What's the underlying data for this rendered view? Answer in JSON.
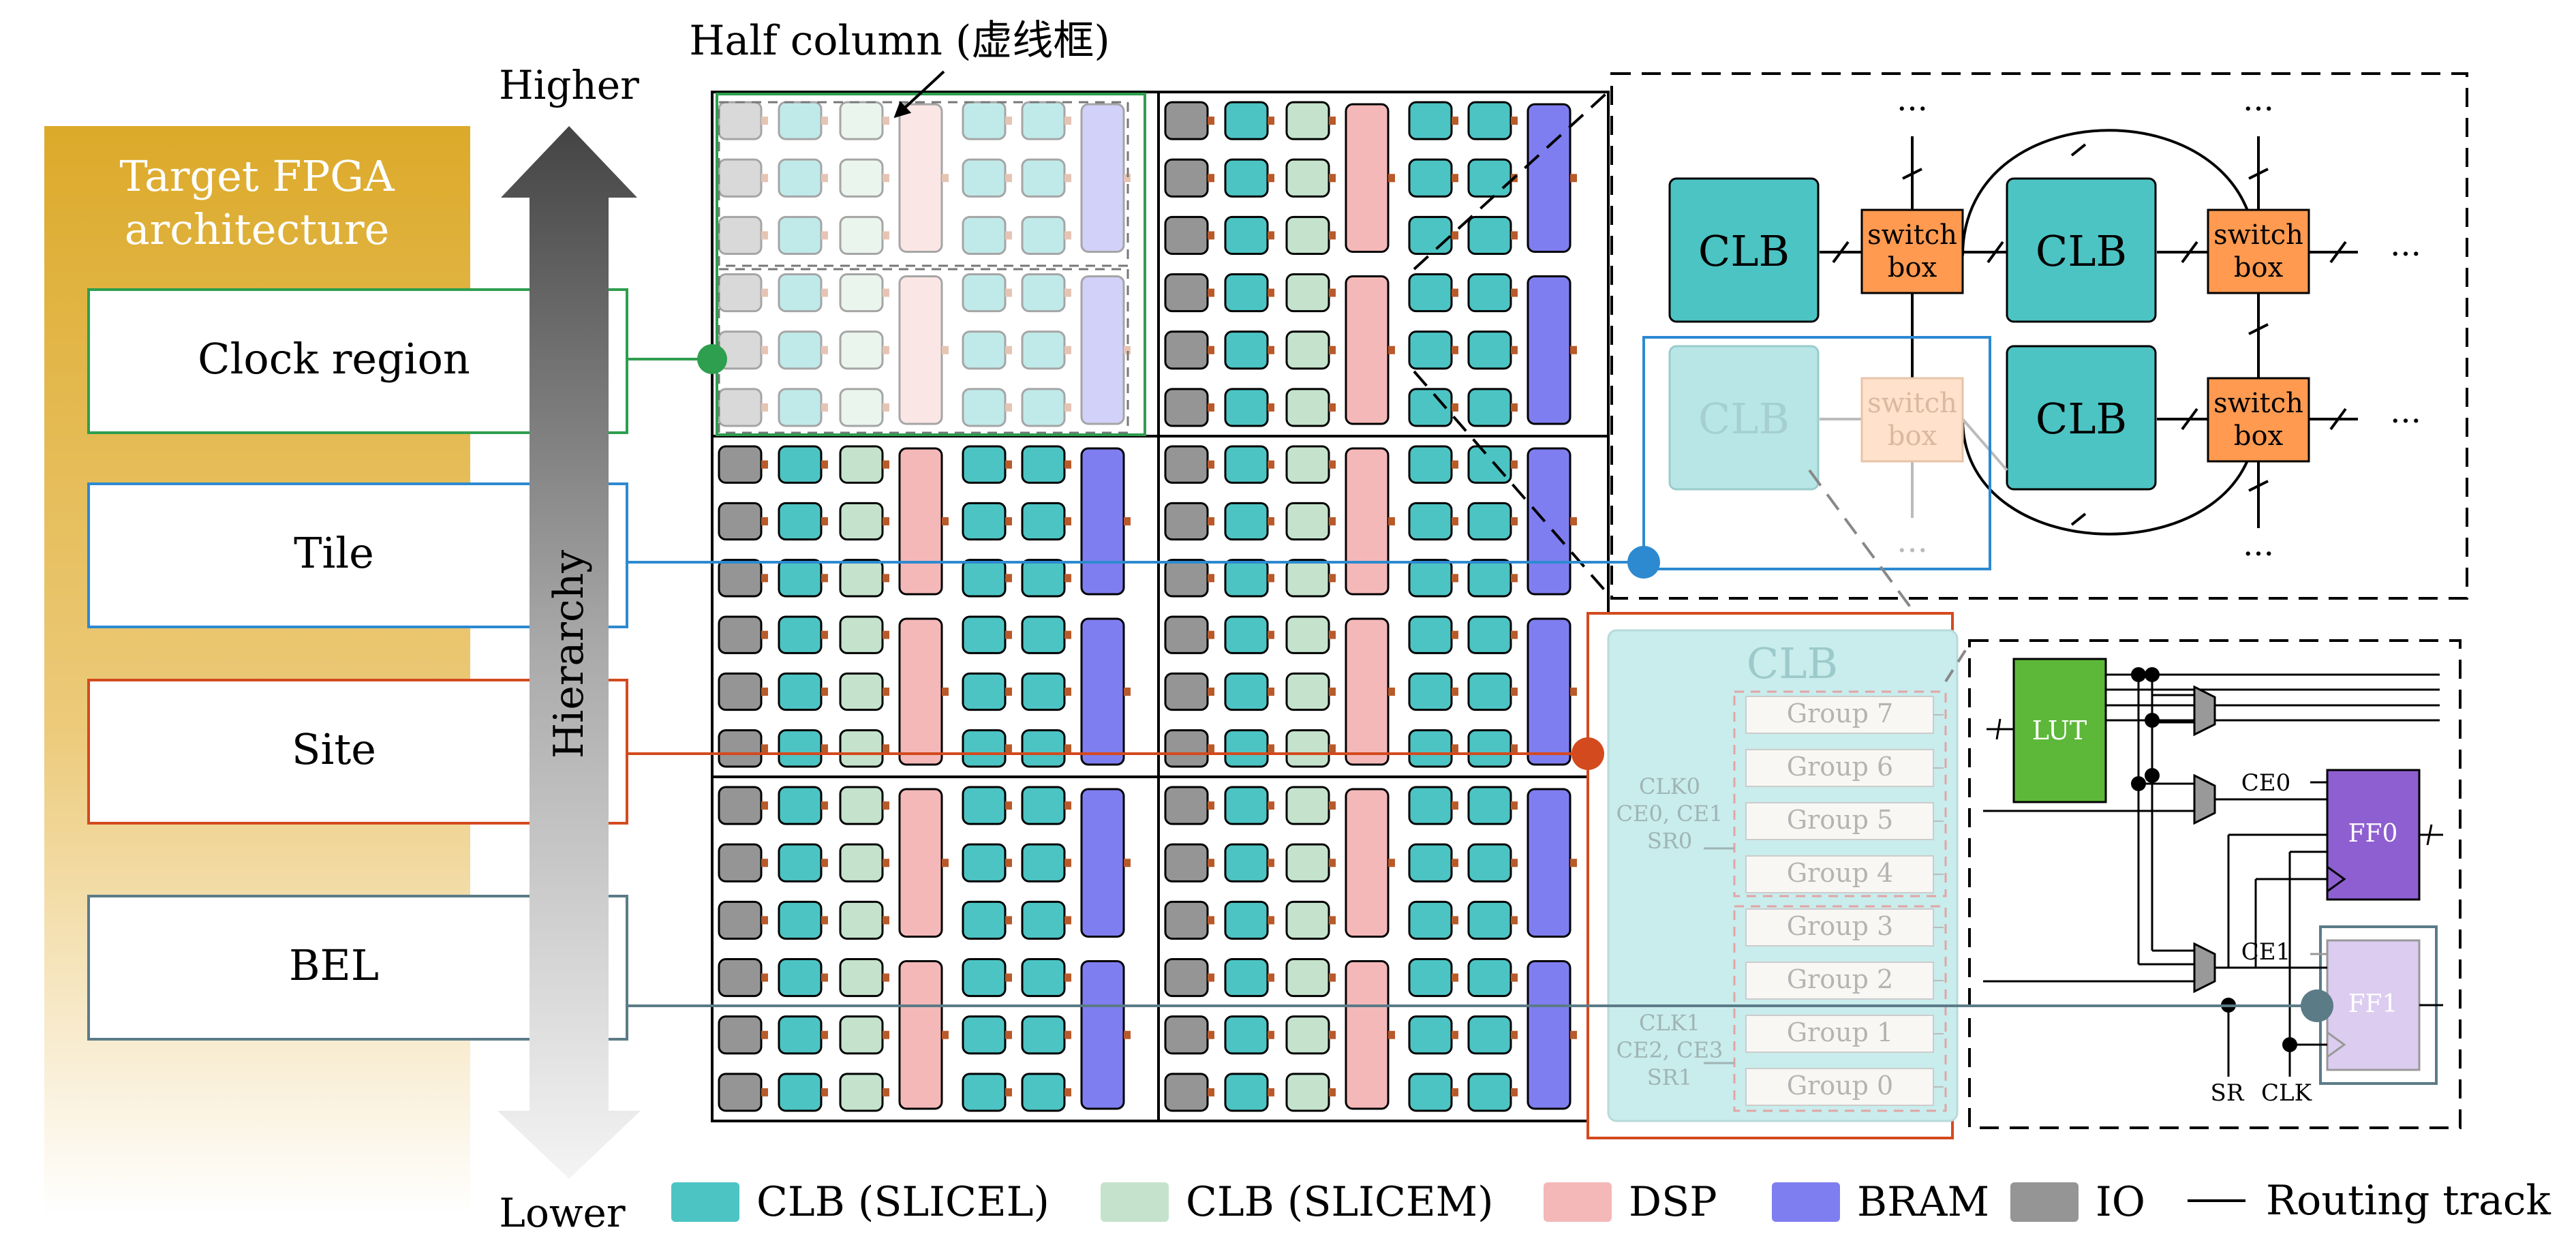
{
  "left_panel": {
    "title_line1": "Target FPGA",
    "title_line2": "architecture",
    "levels": [
      {
        "label": "Clock region",
        "color": "#2e9e4f"
      },
      {
        "label": "Tile",
        "color": "#2d8ad0"
      },
      {
        "label": "Site",
        "color": "#d34a1e"
      },
      {
        "label": "BEL",
        "color": "#5b7b87"
      }
    ]
  },
  "hierarchy_arrow": {
    "top": "Higher",
    "middle": "Hierarchy",
    "bottom": "Lower"
  },
  "grid_annotation": "Half column (虚线框)",
  "colors": {
    "clb_slicel": "#4cc4c4",
    "clb_slicem": "#c5e3cc",
    "dsp": "#f4b8b8",
    "bram": "#7f7ef0",
    "io": "#959595",
    "switch_box": "#ff9a50",
    "lut": "#5db83a",
    "ff": "#8e5fd0",
    "ff_faded": "#dcccf0",
    "clock_region": "#2e9e4f",
    "tile": "#2d8ad0",
    "site": "#d34a1e",
    "bel": "#5b7b87"
  },
  "tile_view": {
    "clb": "CLB",
    "switch_box_line1": "switch",
    "switch_box_line2": "box",
    "ellipsis": "..."
  },
  "site_view": {
    "title": "CLB",
    "groups": [
      "Group 7",
      "Group 6",
      "Group 5",
      "Group 4",
      "Group 3",
      "Group 2",
      "Group 1",
      "Group 0"
    ],
    "ctrl_top": [
      "CLK0",
      "CE0, CE1",
      "SR0"
    ],
    "ctrl_bottom": [
      "CLK1",
      "CE2, CE3",
      "SR1"
    ]
  },
  "bel_view": {
    "lut": "LUT",
    "ff0": "FF0",
    "ff1": "FF1",
    "ce0": "CE0",
    "ce1": "CE1",
    "sr": "SR",
    "clk": "CLK"
  },
  "legend": [
    {
      "label": "CLB (SLICEL)",
      "color": "#4cc4c4"
    },
    {
      "label": "CLB (SLICEM)",
      "color": "#c5e3cc"
    },
    {
      "label": "DSP",
      "color": "#f4b8b8"
    },
    {
      "label": "BRAM",
      "color": "#7f7ef0"
    },
    {
      "label": "IO",
      "color": "#959595"
    },
    {
      "label": "Routing track",
      "color": "#000000"
    }
  ]
}
